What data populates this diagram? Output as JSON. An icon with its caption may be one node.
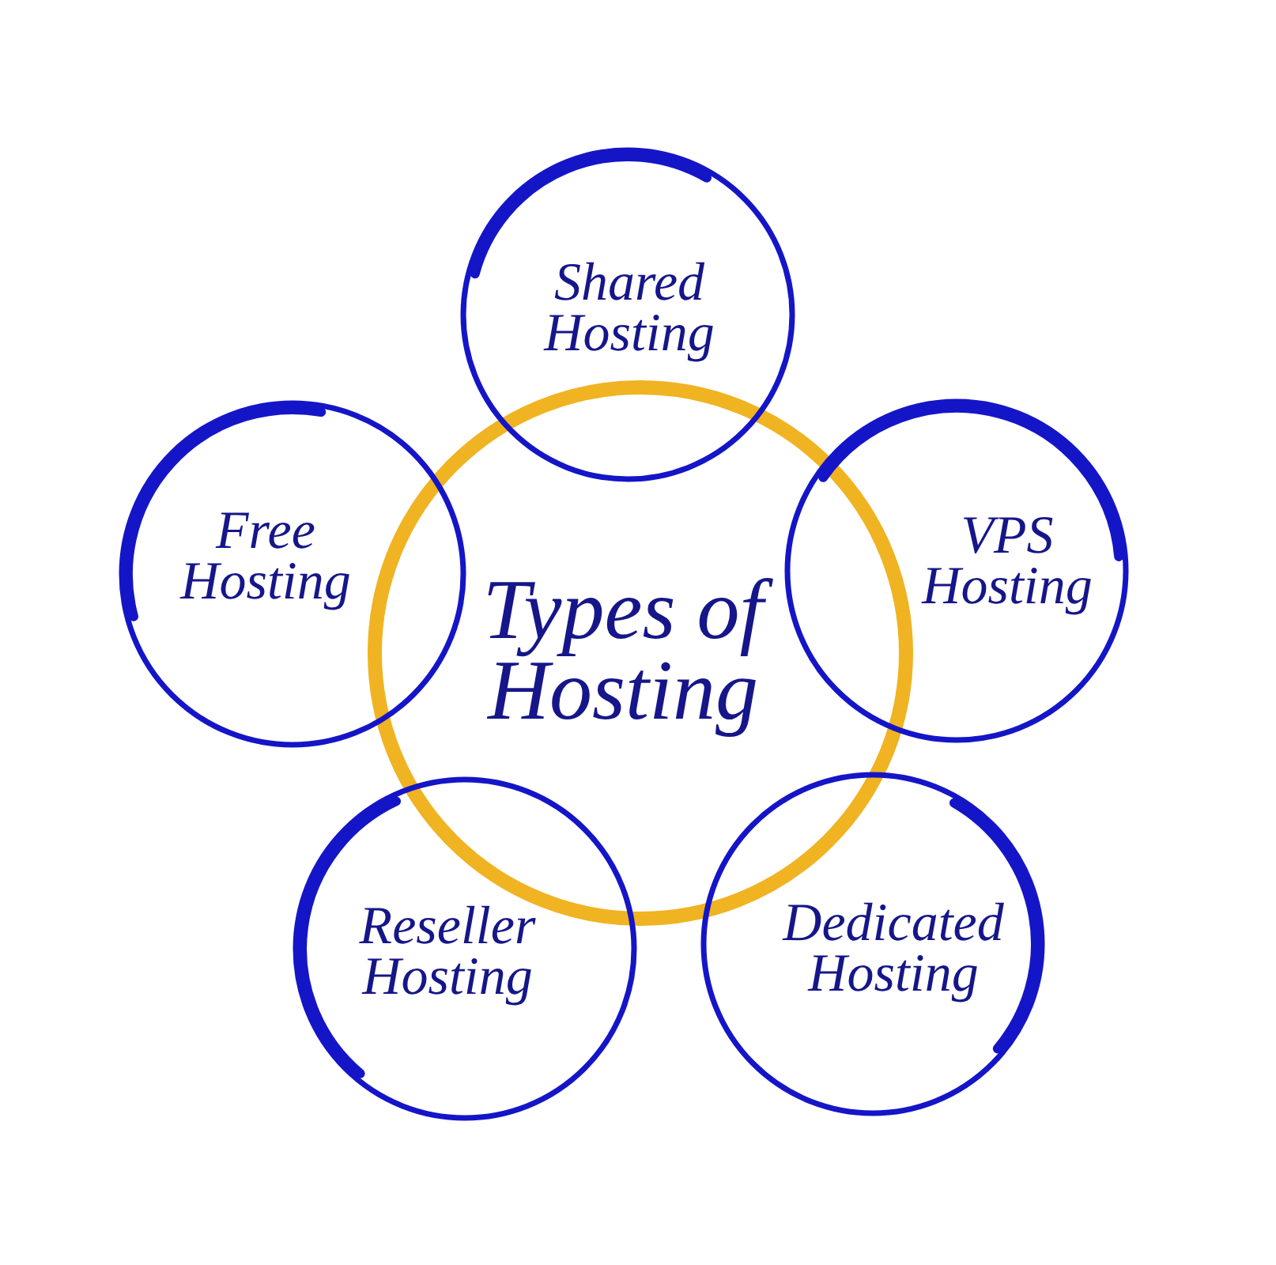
{
  "diagram": {
    "nodes": [
      {
        "text": [
          "Types of Hosting"
        ]
      },
      {
        "text": [
          "Shared Hosting"
        ]
      },
      {
        "text": [
          "VPS Hosting"
        ]
      },
      {
        "text": [
          "Dedicated Hosting"
        ]
      },
      {
        "text": [
          "Reseller Hosting"
        ]
      },
      {
        "text": [
          "Free Hosting"
        ]
      }
    ]
  }
}
